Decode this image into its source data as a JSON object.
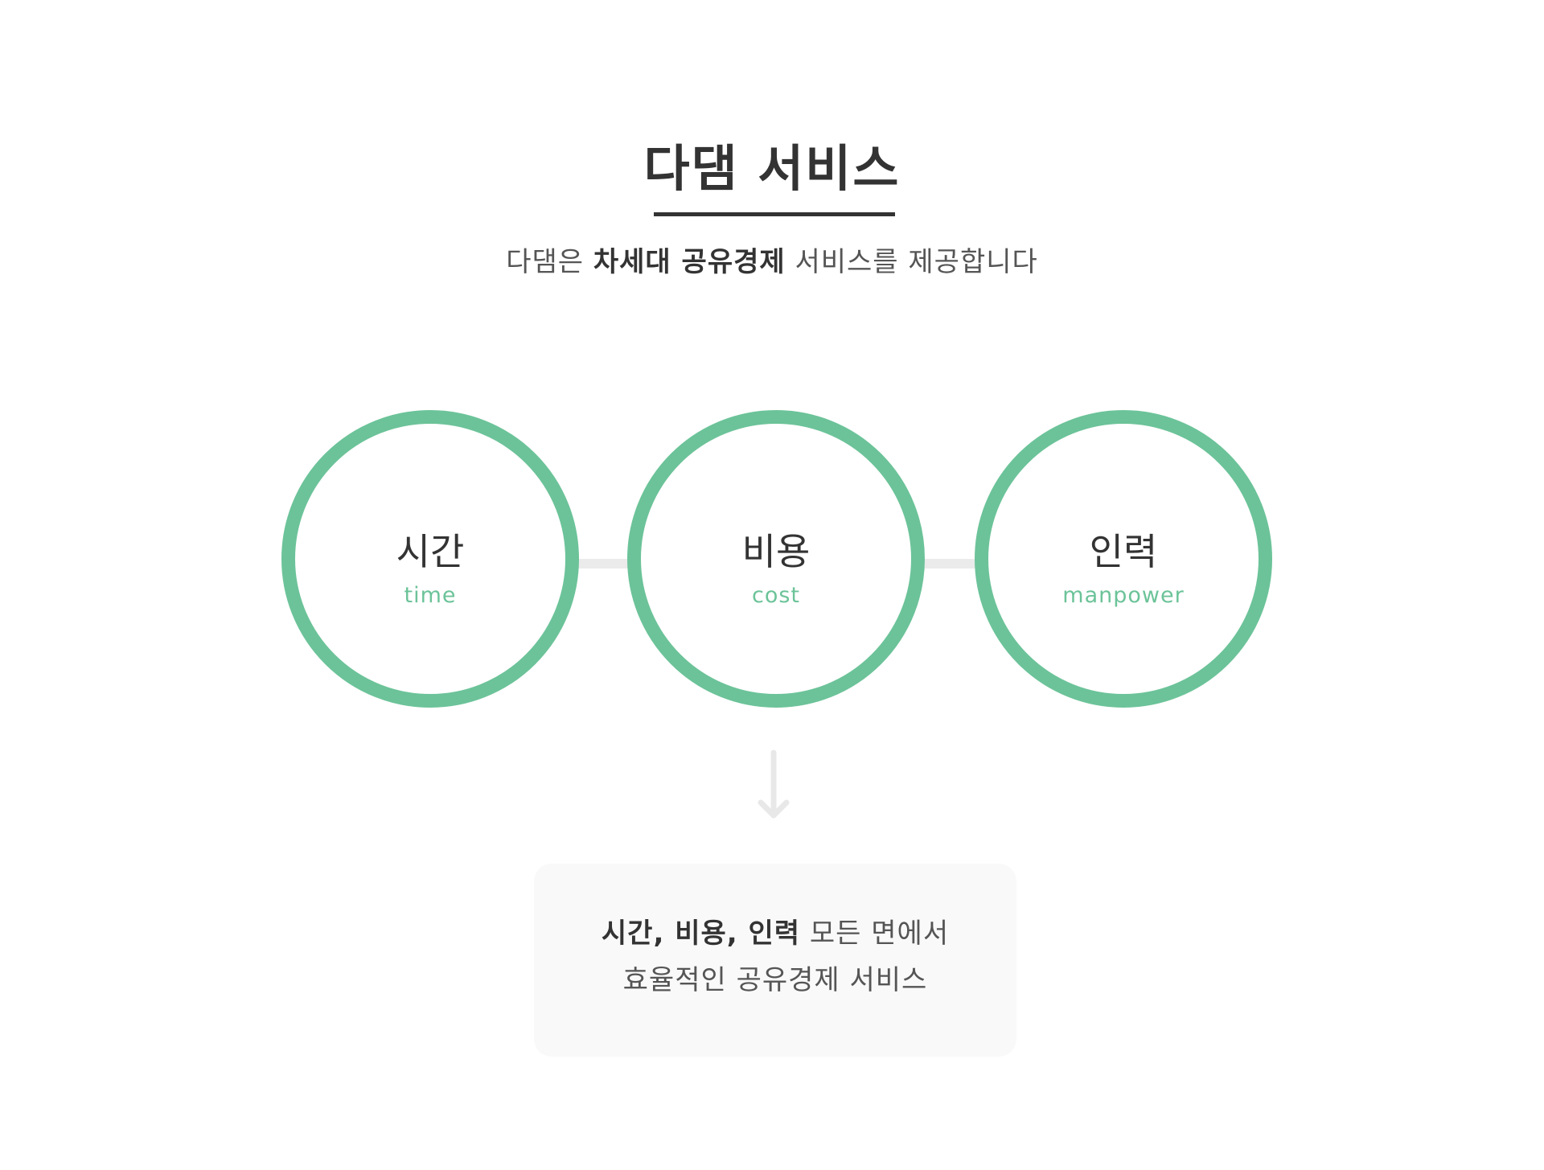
{
  "title": "다댐 서비스",
  "subtitle": {
    "pre": "다댐은 ",
    "bold": "차세대 공유경제",
    "post": " 서비스를 제공합니다"
  },
  "circles": [
    {
      "ko": "시간",
      "en": "time"
    },
    {
      "ko": "비용",
      "en": "cost"
    },
    {
      "ko": "인력",
      "en": "manpower"
    }
  ],
  "summary": {
    "line1_bold": "시간, 비용, 인력",
    "line1_rest": " 모든 면에서",
    "line2": "효율적인 공유경제 서비스"
  },
  "colors": {
    "accent": "#6cc399",
    "text": "#333333",
    "connector": "#ebebeb",
    "box": "#f9f9f9"
  },
  "icons": {
    "arrow": "arrow-down-icon"
  }
}
